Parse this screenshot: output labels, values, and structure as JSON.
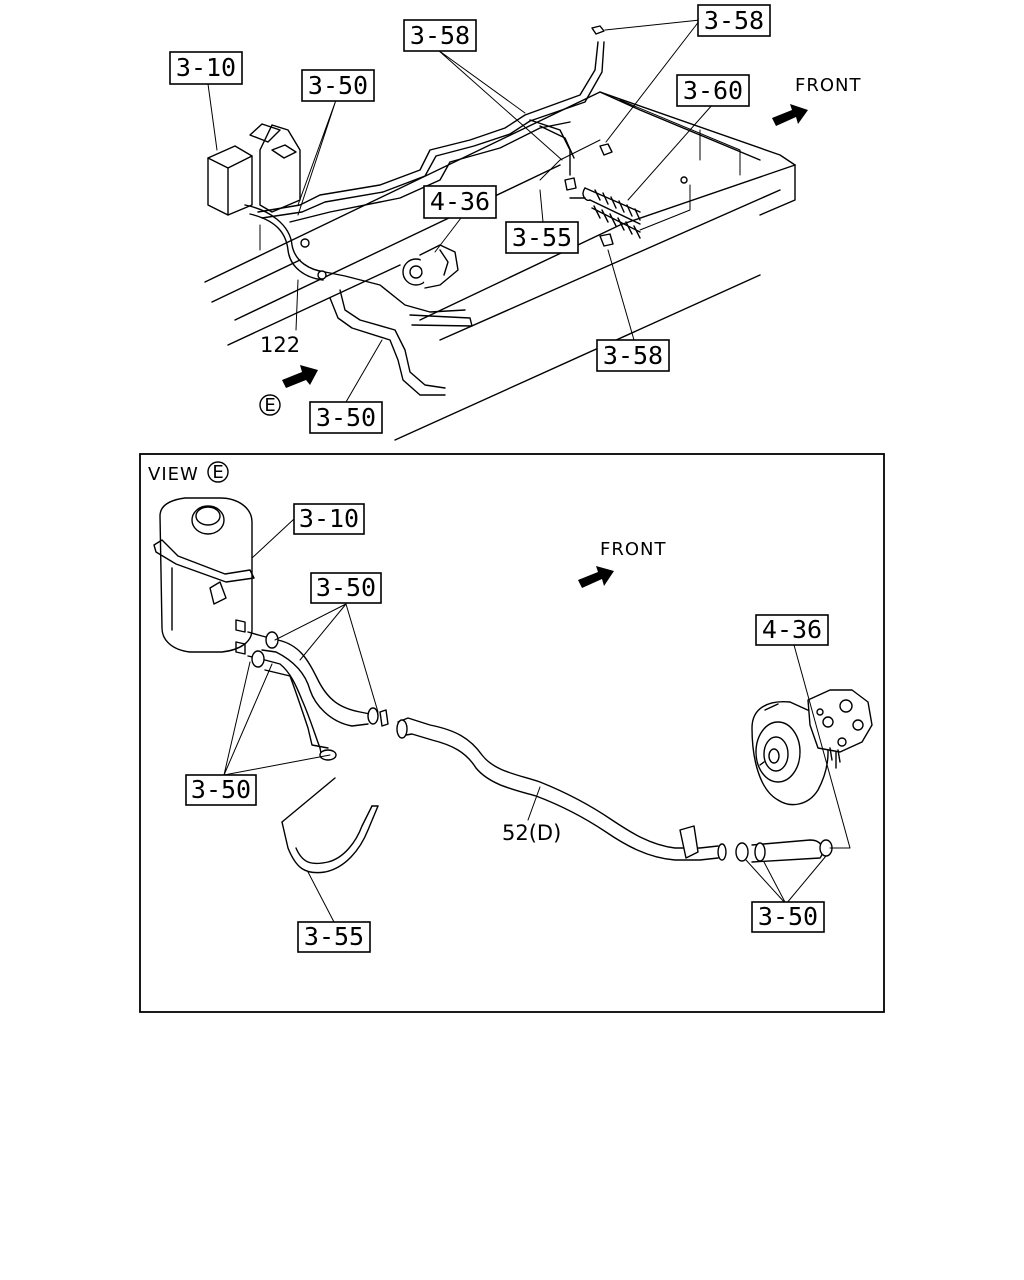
{
  "top_view": {
    "callouts": {
      "reservoir": "3-10",
      "clamp_left": "3-50",
      "clamp_bottom": "3-50",
      "bolt_top": "3-58",
      "bolt_right": "3-58",
      "bolt_bottom": "3-58",
      "cooler": "3-60",
      "pump": "4-36",
      "return_pipe": "3-55"
    },
    "plain_labels": {
      "hose": "122"
    },
    "front_label": "FRONT",
    "view_marker": "E"
  },
  "detail_view": {
    "title_prefix": "VIEW",
    "title_marker": "E",
    "front_label": "FRONT",
    "callouts": {
      "reservoir": "3-10",
      "clamps_top": "3-50",
      "clamps_left": "3-50",
      "clamps_right": "3-50",
      "pump": "4-36",
      "return_pipe": "3-55"
    },
    "plain_labels": {
      "pipe": "52(D)"
    }
  }
}
